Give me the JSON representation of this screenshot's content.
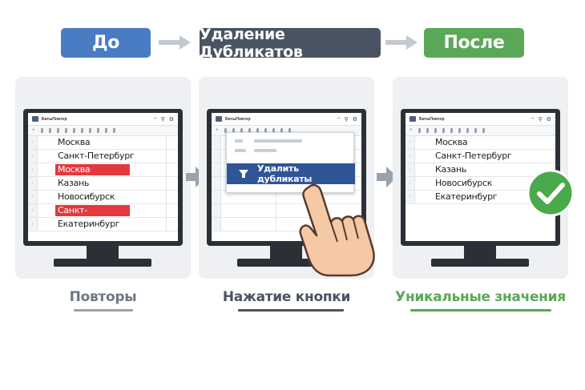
{
  "stages": {
    "before": "До",
    "middle": "Удаление Дубликатов",
    "after": "После"
  },
  "window": {
    "title": "БитыПовтор"
  },
  "before_panel": {
    "rows": [
      "Москва",
      "Санкт-Петербург",
      "Москва",
      "Казань",
      "Новосибурск",
      "Санкт-Петербург",
      "Екатеринбург"
    ],
    "duplicate_rows": [
      2,
      5
    ]
  },
  "middle_panel": {
    "button_label": "Удалить дубликаты"
  },
  "after_panel": {
    "rows": [
      "Москва",
      "Санкт-Петербург",
      "Казань",
      "Новосибурск",
      "Екатеринбург"
    ]
  },
  "captions": {
    "before": "Повторы",
    "middle": "Нажатие кнопки",
    "after": "Уникальные значения"
  },
  "colors": {
    "before": "#4a7cc4",
    "middle": "#4a5361",
    "after": "#5aa857",
    "duplicate": "#e2393e",
    "button": "#2f5597"
  }
}
